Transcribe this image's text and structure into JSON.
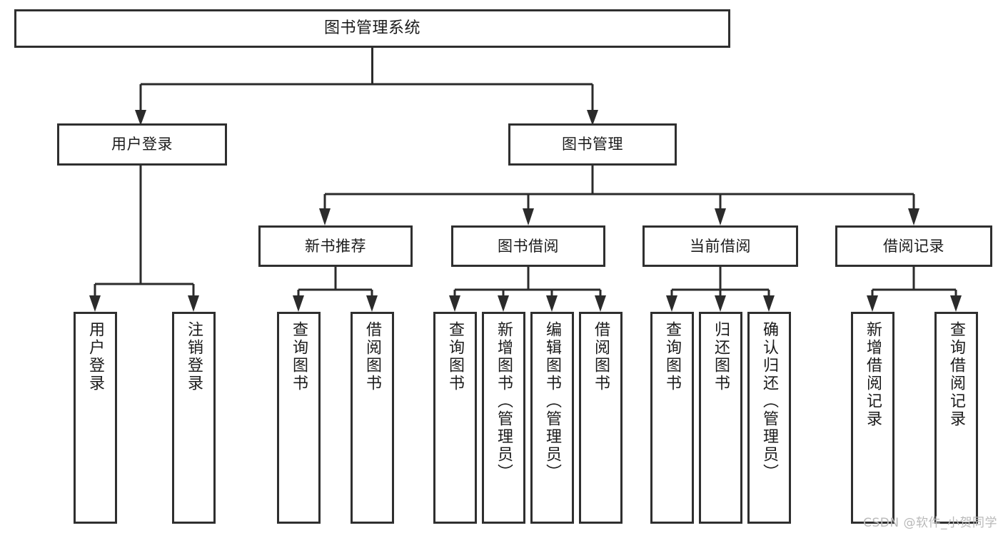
{
  "diagram": {
    "title": "图书管理系统",
    "watermark": "CSDN @软件_小贺同学",
    "accent_color": "#2f2f2f",
    "background_color": "#ffffff",
    "text_color": "#1b1b1b",
    "watermark_color": "#b9b9b9"
  },
  "nodes": {
    "root": {
      "label": "图书管理系统"
    },
    "level2": [
      {
        "label": "用户登录"
      },
      {
        "label": "图书管理"
      }
    ],
    "level3": [
      {
        "label": "新书推荐"
      },
      {
        "label": "图书借阅"
      },
      {
        "label": "当前借阅"
      },
      {
        "label": "借阅记录"
      }
    ],
    "leaves": {
      "user_login": [
        {
          "label": "用户登录"
        },
        {
          "label": "注销登录"
        }
      ],
      "new_book": [
        {
          "label": "查询图书"
        },
        {
          "label": "借阅图书"
        }
      ],
      "borrow_book": [
        {
          "label": "查询图书"
        },
        {
          "label": "新增图书（管理员）"
        },
        {
          "label": "编辑图书（管理员）"
        },
        {
          "label": "借阅图书"
        }
      ],
      "current_borrow": [
        {
          "label": "查询图书"
        },
        {
          "label": "归还图书"
        },
        {
          "label": "确认归还（管理员）"
        }
      ],
      "borrow_record": [
        {
          "label": "新增借阅记录"
        },
        {
          "label": "查询借阅记录"
        }
      ]
    }
  },
  "chart_data": {
    "type": "tree-diagram",
    "title": "图书管理系统",
    "orientation": "top-down",
    "levels": 4,
    "tree": {
      "name": "图书管理系统",
      "children": [
        {
          "name": "用户登录",
          "children": [
            {
              "name": "用户登录"
            },
            {
              "name": "注销登录"
            }
          ]
        },
        {
          "name": "图书管理",
          "children": [
            {
              "name": "新书推荐",
              "children": [
                {
                  "name": "查询图书"
                },
                {
                  "name": "借阅图书"
                }
              ]
            },
            {
              "name": "图书借阅",
              "children": [
                {
                  "name": "查询图书"
                },
                {
                  "name": "新增图书（管理员）"
                },
                {
                  "name": "编辑图书（管理员）"
                },
                {
                  "name": "借阅图书"
                }
              ]
            },
            {
              "name": "当前借阅",
              "children": [
                {
                  "name": "查询图书"
                },
                {
                  "name": "归还图书"
                },
                {
                  "name": "确认归还（管理员）"
                }
              ]
            },
            {
              "name": "借阅记录",
              "children": [
                {
                  "name": "新增借阅记录"
                },
                {
                  "name": "查询借阅记录"
                }
              ]
            }
          ]
        }
      ]
    }
  }
}
